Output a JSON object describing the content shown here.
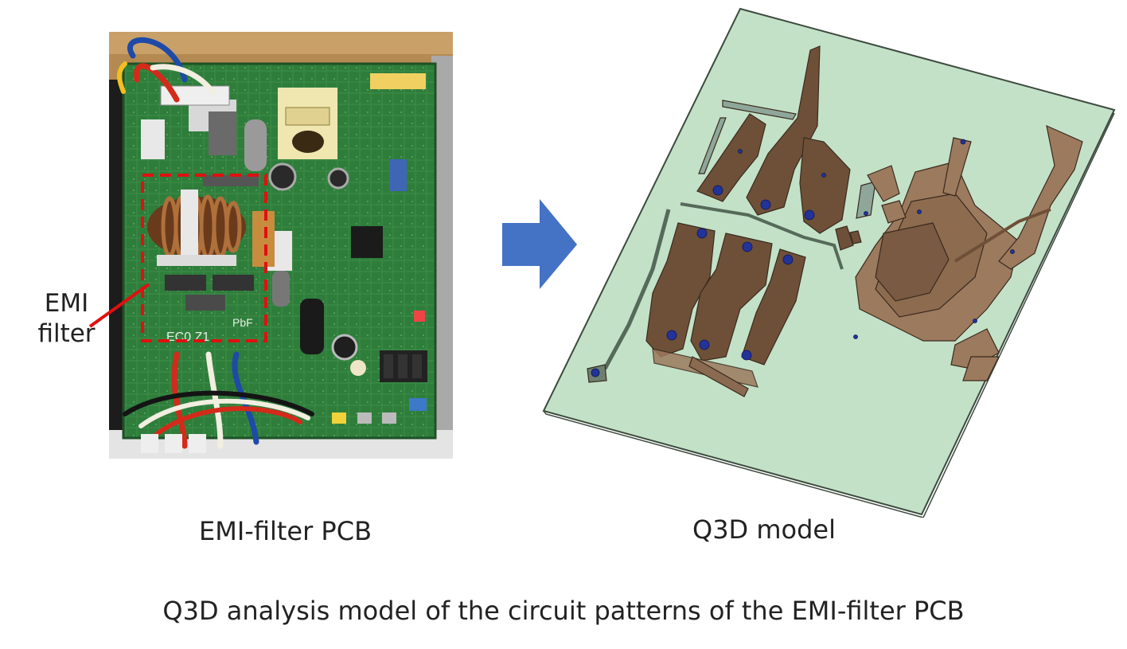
{
  "callout": {
    "line1": "EMI",
    "line2": "filter"
  },
  "labels": {
    "pcb": "EMI-filter PCB",
    "model": "Q3D model"
  },
  "caption": "Q3D analysis model of the circuit patterns of the EMI-filter PCB",
  "board_silkscreen": {
    "code": "EC0 Z1",
    "pbf": "PbF"
  },
  "colors": {
    "pcb_green": "#2f7d3b",
    "highlight_dashed": "#e01010",
    "arrow_blue": "#4472c4",
    "substrate": "#c3e1c7",
    "copper": "#6e5038",
    "copper_light": "#9c7a5e",
    "via": "#22339a"
  }
}
